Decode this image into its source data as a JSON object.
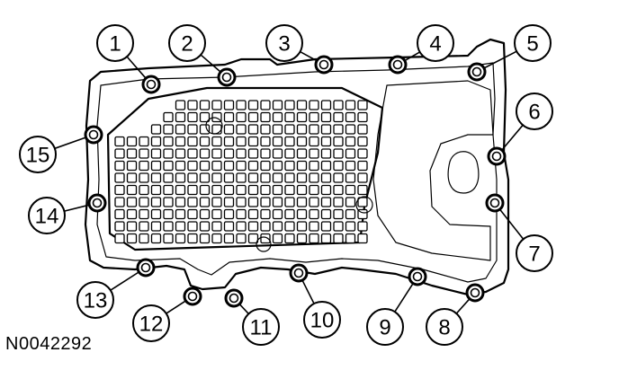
{
  "diagram": {
    "callouts": [
      {
        "label": "1"
      },
      {
        "label": "2"
      },
      {
        "label": "3"
      },
      {
        "label": "4"
      },
      {
        "label": "5"
      },
      {
        "label": "6"
      },
      {
        "label": "7"
      },
      {
        "label": "8"
      },
      {
        "label": "9"
      },
      {
        "label": "10"
      },
      {
        "label": "11"
      },
      {
        "label": "12"
      },
      {
        "label": "13"
      },
      {
        "label": "14"
      },
      {
        "label": "15"
      }
    ],
    "part_number": "N0042292"
  },
  "colors": {
    "line": "#000000",
    "background": "#ffffff"
  }
}
